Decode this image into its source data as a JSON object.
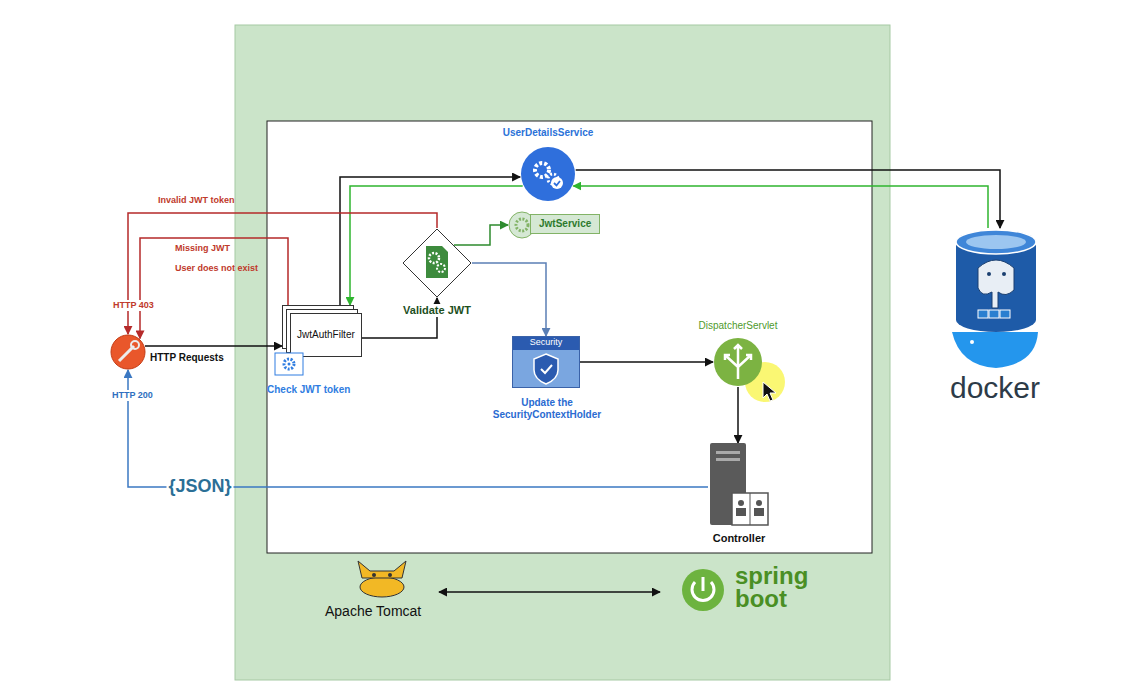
{
  "diagram": {
    "nodes": [
      {
        "text": [
          "HTTP Requests"
        ]
      },
      {
        "text": [
          "JwtAuthFilter",
          "Check JWT token"
        ]
      },
      {
        "text": [
          "Validate JWT"
        ]
      },
      {
        "text": [
          "UserDetailsService"
        ]
      },
      {
        "text": [
          "JwtService"
        ]
      },
      {
        "text": [
          "Security",
          "Update the SecurityContextHolder"
        ]
      },
      {
        "text": [
          "DispatcherServlet"
        ]
      },
      {
        "text": [
          "Controller"
        ]
      },
      {
        "text": [
          "docker"
        ]
      }
    ],
    "edges": [
      {
        "from": 0,
        "to": 1,
        "arrow": "to"
      },
      {
        "from": 1,
        "to": 2,
        "arrow": "to"
      },
      {
        "from": 1,
        "to": 3,
        "arrow": "to"
      },
      {
        "from": 3,
        "to": 1,
        "arrow": "to"
      },
      {
        "from": 3,
        "to": 8,
        "arrow": "to"
      },
      {
        "from": 8,
        "to": 3,
        "arrow": "to"
      },
      {
        "from": 2,
        "to": 4,
        "arrow": "to"
      },
      {
        "from": 2,
        "to": 5,
        "arrow": "to"
      },
      {
        "from": 2,
        "to": 0,
        "label": "Invalid JWT token",
        "arrow": "to"
      },
      {
        "from": 1,
        "to": 0,
        "label": "Missing JWT",
        "arrow": "to"
      },
      {
        "from": 5,
        "to": 6,
        "arrow": "to"
      },
      {
        "from": 6,
        "to": 7,
        "arrow": "to"
      },
      {
        "from": 7,
        "to": 0,
        "label": "{JSON}",
        "arrow": "to"
      }
    ],
    "labels": [
      "User does not exist",
      "HTTP 403",
      "HTTP 200",
      "Apache Tomcat",
      "spring boot"
    ]
  }
}
